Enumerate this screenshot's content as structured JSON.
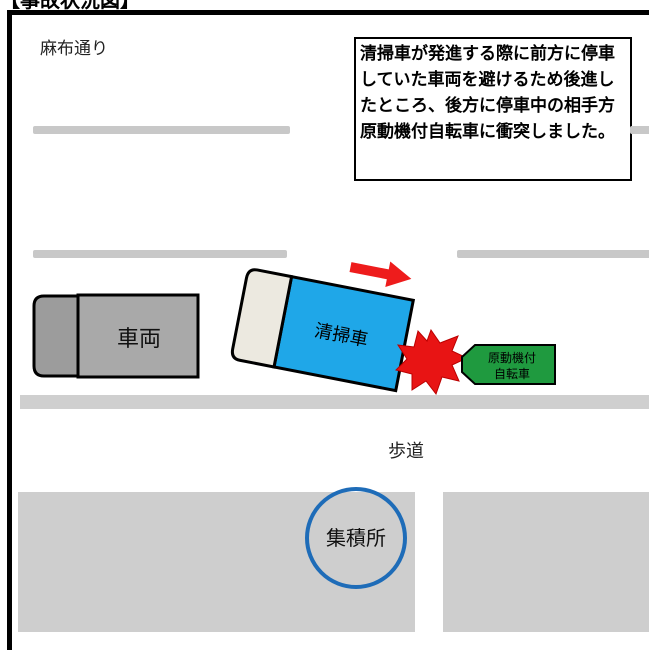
{
  "header": {
    "title": "【事故状況図】"
  },
  "map": {
    "road_name": "麻布通り",
    "sidewalk_label": "歩道",
    "vehicle_label": "車両",
    "truck_label": "清掃車",
    "moped_line1": "原動機付",
    "moped_line2": "自転車",
    "collection_label": "集積所"
  },
  "description": {
    "text": "清掃車が発進する際に前方に停車していた車両を避けるため後進したところ、後方に停車中の相手方原動機付自転車に衝突しました。"
  },
  "colors": {
    "truck_body": "#1fa7e8",
    "truck_cab": "#ece9e0",
    "vehicle_body": "#a9a9a9",
    "moped": "#1f9a3f",
    "impact": "#e81414",
    "arrow": "#ee1c1c",
    "collection_ring": "#1e6cb8"
  }
}
